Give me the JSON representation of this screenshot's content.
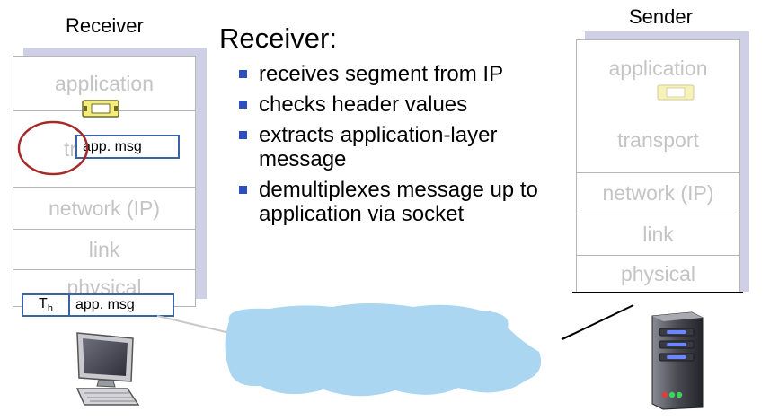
{
  "receiver_host": {
    "label": "Receiver",
    "layers": [
      "application",
      "transport",
      "network (IP)",
      "link",
      "physical"
    ],
    "transport_partial": "tr"
  },
  "sender_host": {
    "label": "Sender",
    "layers": [
      "application",
      "transport",
      "network (IP)",
      "link",
      "physical"
    ]
  },
  "segment": {
    "header_label": "T",
    "header_subscript": "h",
    "payload_label": "app.  msg"
  },
  "transport_message": {
    "payload_label": "app.  msg"
  },
  "description": {
    "heading": "Receiver:",
    "bullets": [
      "receives segment from IP",
      "checks header values",
      "extracts application-layer message",
      "demultiplexes message up to application via socket"
    ]
  },
  "colors": {
    "stack_shadow": "#cfcfe6",
    "layer_text": "#c4c4c4",
    "message_border": "#3a63a8",
    "highlight_circle": "#a52a2a",
    "bullet": "#2d4fbd",
    "network_cloud": "#aad6f2",
    "app_message_icon": "#f5ec7a"
  },
  "icons": [
    "desktop-computer-icon",
    "server-tower-icon",
    "network-cloud-icon",
    "app-message-icon"
  ]
}
